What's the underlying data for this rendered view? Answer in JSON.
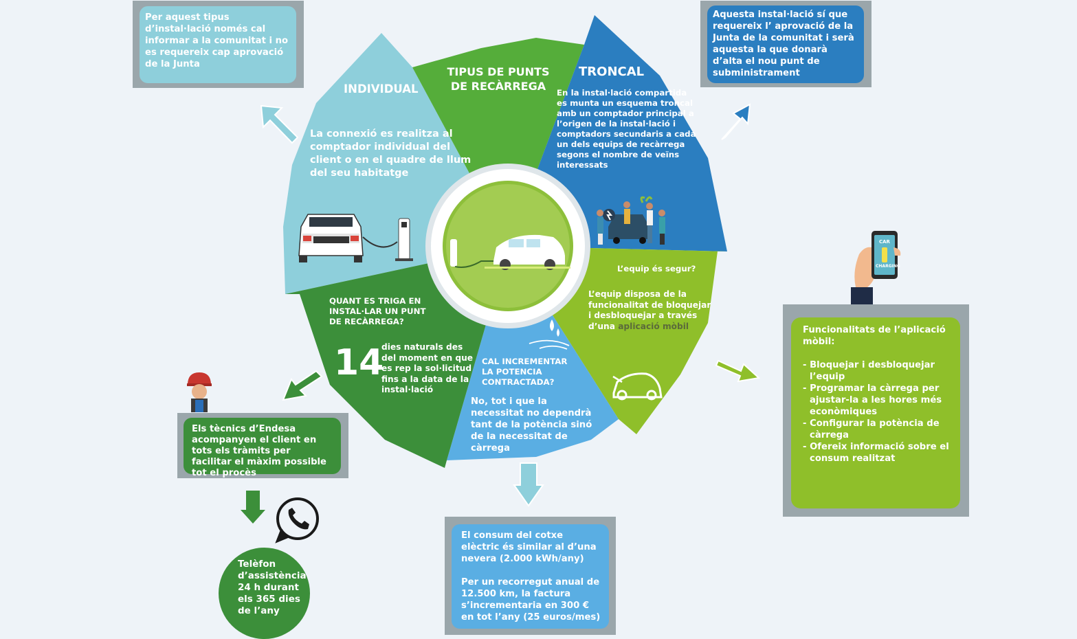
{
  "center_title": "TIPUS DE PUNTS DE RECÀRREGA",
  "individual": {
    "title": "INDIVIDUAL",
    "description": "La connexió es realitza al comptador individual del client o en el quadre de llum del seu habitatge",
    "note": "Per aquest tipus d’instal·lació només cal informar a la comunitat i no es requereix cap aprovació de la Junta"
  },
  "troncal": {
    "title": "TRONCAL",
    "description": "En la instal·lació compartida es munta un esquema troncal amb un comptador principal a l’origen de la instal·lació i comptadors secundaris a cada un dels equips de recàrrega segons el nombre de veïns interessats",
    "note": "Aquesta instal·lació sí que requereix l’ aprovació de la Junta de la comunitat i serà aquesta la que donarà d’alta el nou punt de subministrament"
  },
  "install_time": {
    "question": "QUANT ES TRIGA EN INSTAL·LAR UN PUNT DE RECÀRREGA?",
    "number": "14",
    "answer": "dies naturals des del moment en que es rep la sol·licitud fins a la data de la instal·lació",
    "note": "Els tècnics d’Endesa acompanyen el client en tots els tràmits per facilitar el màxim possible tot el procès",
    "phone": "Telèfon d’assistència 24 h durant els 365 dies de l’any"
  },
  "power": {
    "question": "CAL INCREMENTAR LA POTENCIA CONTRACTADA?",
    "answer": "No, tot i que la necessitat no dependrà tant de la potència sinó de la necessitat de càrrega",
    "note1": "El consum del cotxe elèctric és similar al d’una nevera (2.000 kWh/any)",
    "note2": "Per un recorregut anual de 12.500 km, la factura s’incrementaria en 300 € en tot l’any (25 euros/mes)"
  },
  "safety": {
    "question": "L’equip és segur?",
    "answer_prefix": "L’equip disposa de la funcionalitat de bloquejar i desbloquejar a través d’una",
    "answer_highlight": "aplicació mòbil",
    "features_title": "Funcionalitats de l’aplicació mòbil:",
    "features": [
      "- Bloquejar i desbloquejar l’equip",
      "- Programar la càrrega per ajustar-la a les hores més econòmiques",
      "- Configurar la potència de càrrega",
      "- Ofereix informació sobre el consum realitzat"
    ],
    "phone_screen_top": "CAR",
    "phone_screen_bottom": "CHARGING"
  },
  "colors": {
    "light_blue": "#8ecfdb",
    "dark_green": "#3c8f3a",
    "mid_green": "#55ad3a",
    "lime": "#8fbf2a",
    "blue": "#2b7ec0",
    "sky": "#5aaee3",
    "frame": "#9aa6ab"
  }
}
